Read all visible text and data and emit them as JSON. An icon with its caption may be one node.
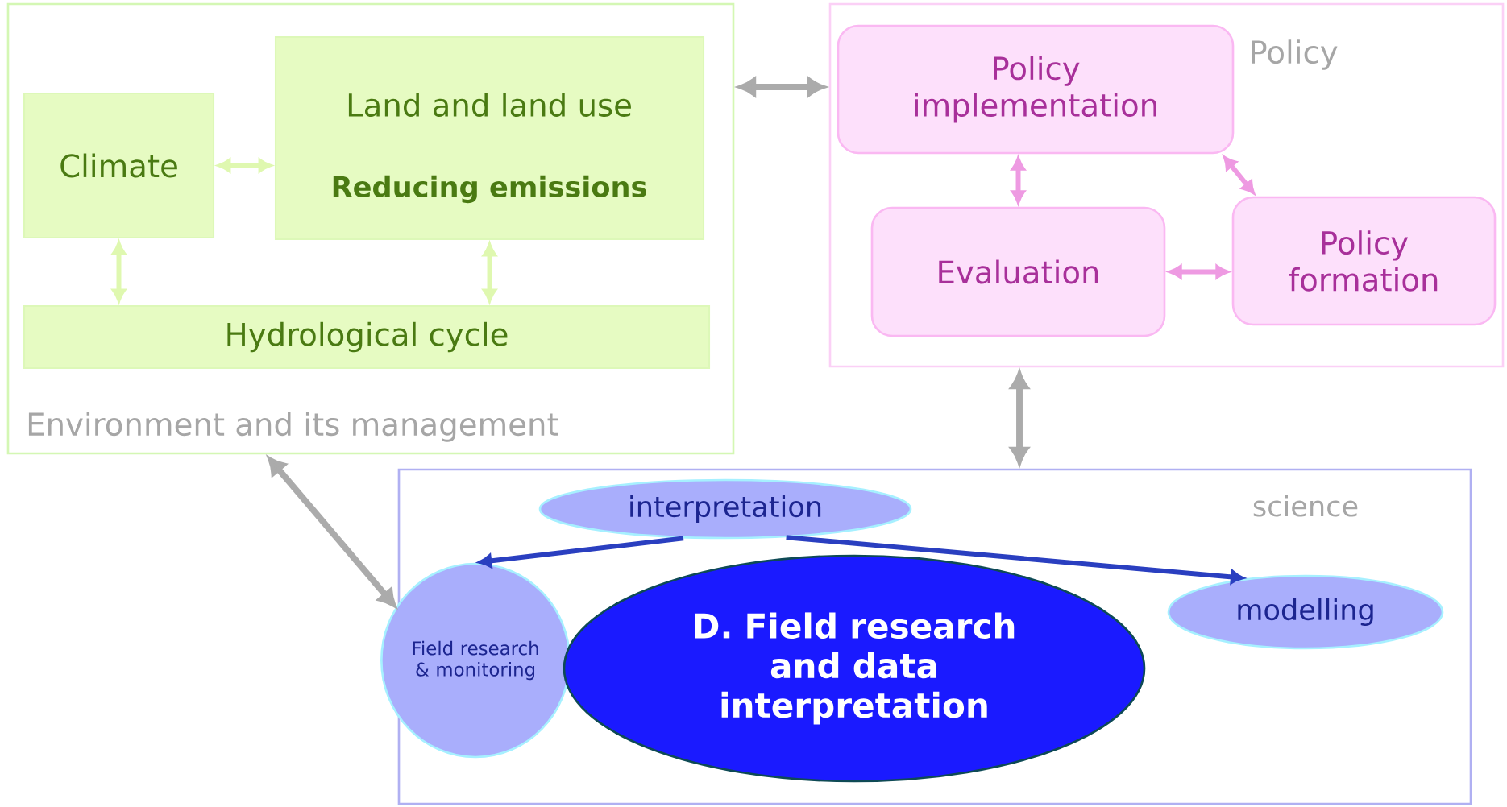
{
  "diagram": {
    "nodes": [
      {
        "text": [
          "Environment and its management"
        ]
      },
      {
        "text": [
          "Climate"
        ],
        "in": 0
      },
      {
        "text": [
          "Land and land use"
        ],
        "in": 0
      },
      {
        "text": [
          "Hydrological cycle"
        ],
        "in": 0
      },
      {
        "text": [
          "Policy"
        ]
      },
      {
        "text": [
          "Policy implementation"
        ],
        "in": 4
      },
      {
        "text": [
          "Evaluation"
        ],
        "in": 4
      },
      {
        "text": [
          "Policy formation"
        ],
        "in": 4
      },
      {
        "text": [
          "science"
        ]
      },
      {
        "text": [
          "interpretation"
        ],
        "in": 8
      },
      {
        "text": [
          "Field research & monitoring"
        ],
        "in": 8
      },
      {
        "text": [
          "modelling"
        ],
        "in": 8
      },
      {
        "text": [
          "D. Field research and data interpretation"
        ],
        "in": 8
      }
    ],
    "edges": [
      {
        "from": 1,
        "to": 2,
        "arrow": "both",
        "color": "#dff8b0"
      },
      {
        "from": 1,
        "to": 3,
        "arrow": "both",
        "color": "#dff8b0"
      },
      {
        "from": 2,
        "to": 3,
        "arrow": "both",
        "color": "#dff8b0"
      },
      {
        "from": 0,
        "to": 4,
        "arrow": "both"
      },
      {
        "from": 5,
        "to": 6,
        "arrow": "both",
        "color": "#ee9ae2"
      },
      {
        "from": 5,
        "to": 7,
        "arrow": "both",
        "color": "#ee9ae2"
      },
      {
        "from": 6,
        "to": 7,
        "arrow": "both",
        "color": "#ee9ae2"
      },
      {
        "from": 4,
        "to": 8,
        "arrow": "both"
      },
      {
        "from": 0,
        "to": 8,
        "arrow": "both"
      },
      {
        "from": 9,
        "to": 10,
        "arrow": "to",
        "color": "#2a3fc0"
      },
      {
        "from": 9,
        "to": 11,
        "arrow": "to",
        "color": "#2a3fc0"
      }
    ],
    "labels": [
      "Reducing emissions"
    ]
  }
}
